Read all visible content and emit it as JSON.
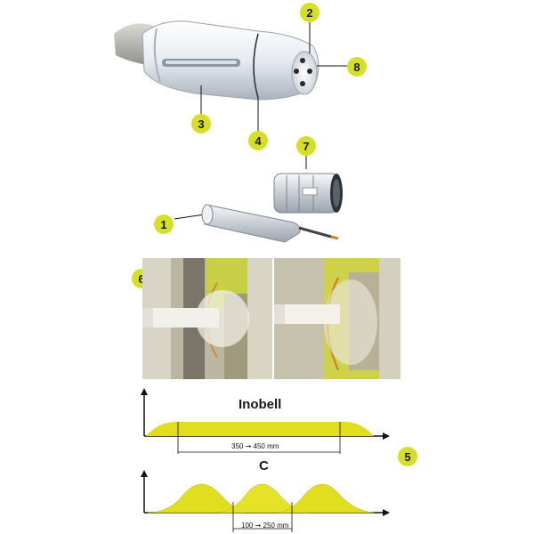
{
  "badges": {
    "b1": "1",
    "b2": "2",
    "b3": "3",
    "b4": "4",
    "b5": "5",
    "b6": "6",
    "b7": "7",
    "b8": "8"
  },
  "charts": {
    "inobell": {
      "title": "Inobell",
      "range": "350 ➞ 450 mm"
    },
    "c": {
      "title": "C",
      "range": "100 ➞ 250 mm"
    }
  },
  "colors": {
    "badge": "#d6df28",
    "spray_fill": "#e1dd1f",
    "gun_body": "#e9edf2",
    "axis": "#111111"
  }
}
